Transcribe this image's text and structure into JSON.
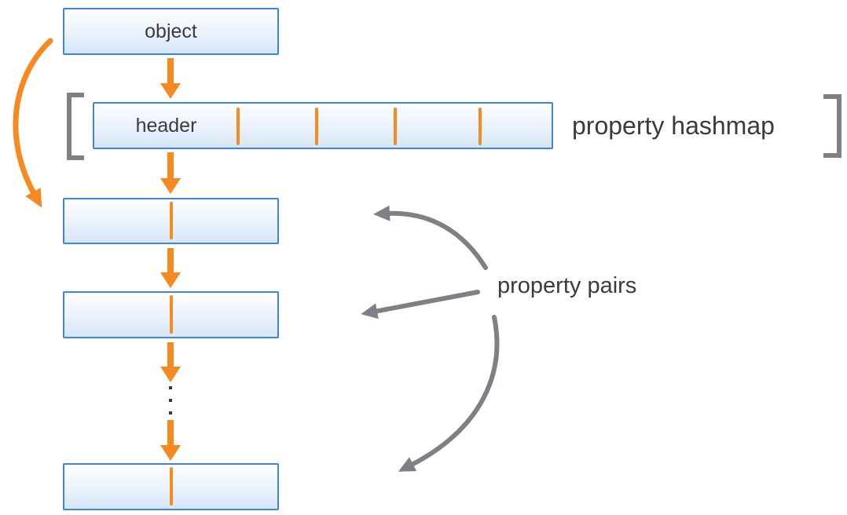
{
  "diagram": {
    "object_box": {
      "label": "object"
    },
    "hashmap": {
      "header_label": "header",
      "caption": "property hashmap",
      "slot_divider_count": 4
    },
    "pairs": {
      "caption": "property pairs",
      "box_count": 3,
      "ellipsis_dot_count": 3
    },
    "colors": {
      "accent_orange": "#f6891f",
      "box_border_blue": "#3e86dd",
      "box_fill_top": "#fdfeff",
      "box_fill_bottom": "#d6e6f8",
      "gray": "#7d8084",
      "text": "#3b3b3b"
    }
  }
}
